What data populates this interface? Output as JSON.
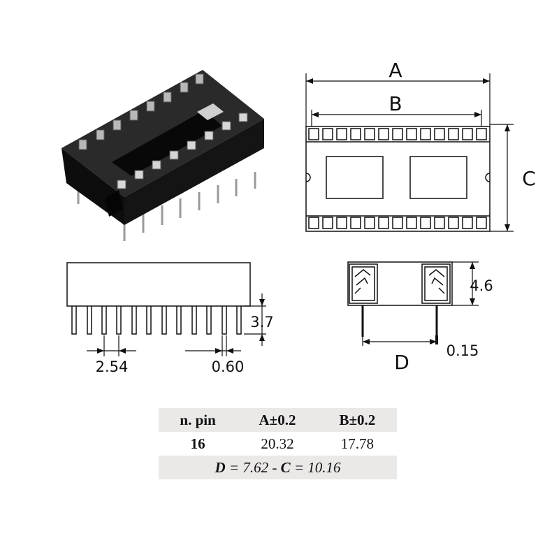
{
  "dimensions": {
    "A": "A",
    "B": "B",
    "C": "C",
    "D": "D",
    "height_body": "4.6",
    "pin_length": "3.7",
    "pin_pitch": "2.54",
    "pin_width": "0.60",
    "pin_thickness": "0.15"
  },
  "table": {
    "headers": [
      "n. pin",
      "A±0.2",
      "B±0.2"
    ],
    "row": [
      "16",
      "20.32",
      "17.78"
    ],
    "footer": {
      "d_label": "D",
      "d_eq": " = 7.62 - ",
      "c_label": "C",
      "c_eq": " = 10.16"
    }
  },
  "colors": {
    "line": "#111111",
    "socket_body": "#1b1b1b",
    "table_shade": "#ebe8e8"
  },
  "icons": [
    "dip-socket-photo"
  ]
}
